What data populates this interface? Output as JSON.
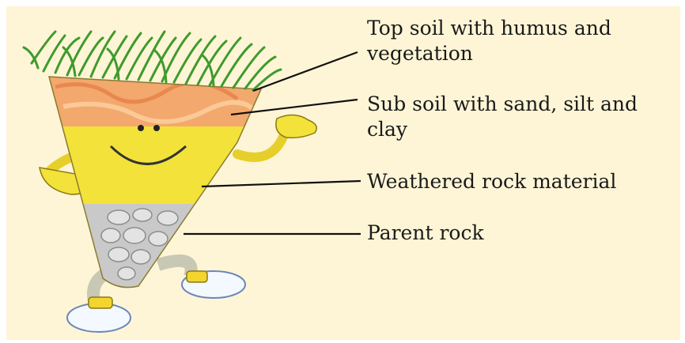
{
  "labels": {
    "top_soil": [
      "Top soil with humus and",
      "vegetation"
    ],
    "sub_soil": [
      "Sub soil with sand, silt and",
      "clay"
    ],
    "weathered": "Weathered rock material",
    "parent": "Parent rock"
  },
  "colors": {
    "background": "#fdf5d6",
    "grass": "#3f9a2c",
    "top_soil": "#f3a86d",
    "weathered": "#f3e23a",
    "parent_rock": "#c9c9c9",
    "leader_line": "#111111"
  }
}
